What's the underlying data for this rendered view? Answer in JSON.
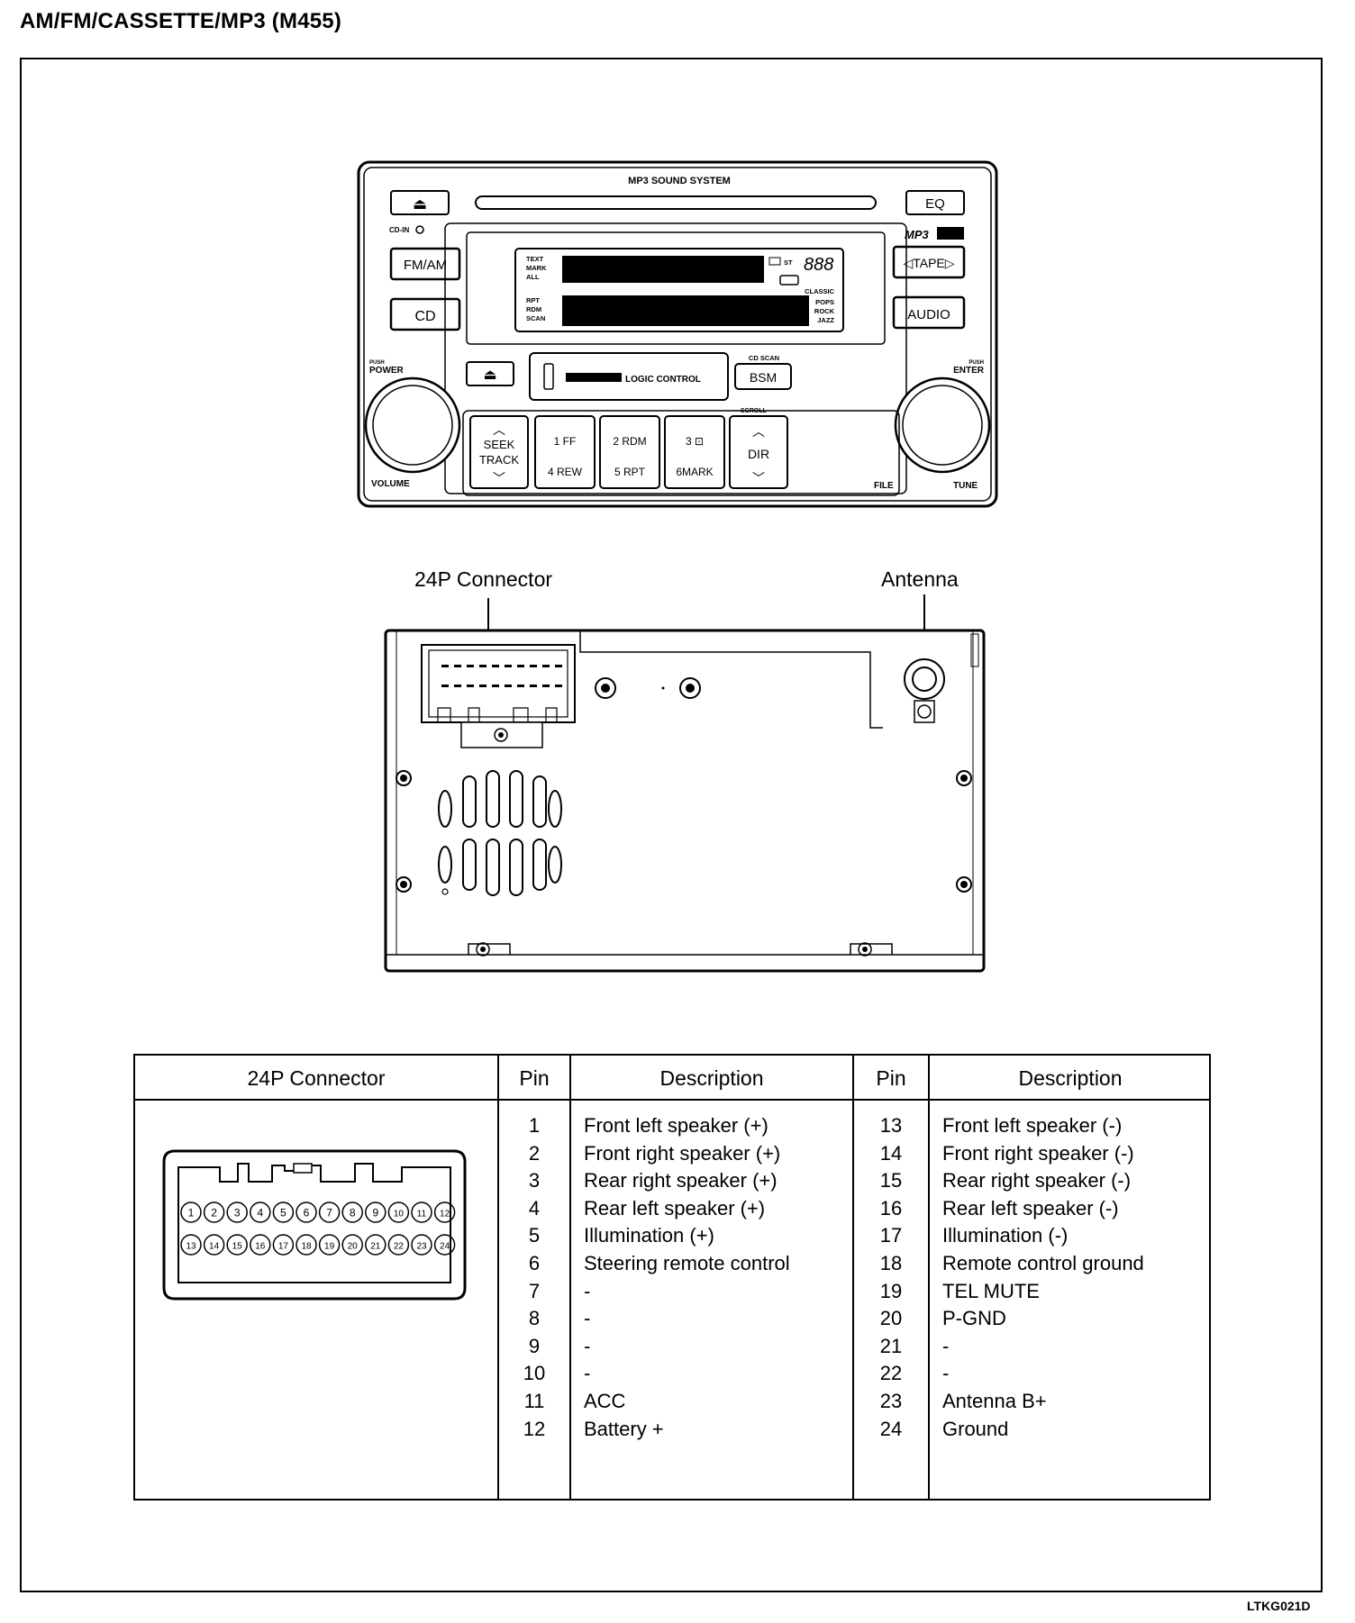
{
  "title": "AM/FM/CASSETTE/MP3  (M455)",
  "document_id": "LTKG021D",
  "front_panel": {
    "system_name": "MP3 SOUND SYSTEM",
    "eject_symbol": "⏏",
    "cd_in_label": "CD-IN",
    "fm_am": "FM/AM",
    "cd": "CD",
    "eq": "EQ",
    "mp3_logo": "MP3",
    "tape": "◁TAPE▷",
    "audio": "AUDIO",
    "display_left": [
      "TEXT",
      "MARK",
      "ALL",
      "RPT",
      "RDM",
      "SCAN"
    ],
    "display_right": [
      "CLASSIC",
      "POPS",
      "ROCK",
      "JAZZ"
    ],
    "display_st": "ST",
    "display_digits": "888",
    "push_power_small": "PUSH",
    "power": "POWER",
    "volume": "VOLUME",
    "push_enter_small": "PUSH",
    "enter": "ENTER",
    "logic_control": "LOGIC CONTROL",
    "cd_scan": "CD SCAN",
    "bsm": "BSM",
    "scroll": "SCROLL",
    "seek": "SEEK",
    "track": "TRACK",
    "presets_top": [
      "1  FF",
      "2 RDM",
      "3  ⊡"
    ],
    "presets_bottom": [
      "4 REW",
      "5 RPT",
      "6MARK"
    ],
    "dir": "DIR",
    "file": "FILE",
    "tune": "TUNE"
  },
  "rear_view": {
    "connector_label": "24P Connector",
    "antenna_label": "Antenna"
  },
  "pin_table": {
    "headers": [
      "24P Connector",
      "Pin",
      "Description",
      "Pin",
      "Description"
    ],
    "connector_pins_top": [
      "1",
      "2",
      "3",
      "4",
      "5",
      "6",
      "7",
      "8",
      "9",
      "10",
      "11",
      "12"
    ],
    "connector_pins_bottom": [
      "13",
      "14",
      "15",
      "16",
      "17",
      "18",
      "19",
      "20",
      "21",
      "22",
      "23",
      "24"
    ],
    "left_rows": [
      {
        "pin": "1",
        "desc": "Front left speaker (+)"
      },
      {
        "pin": "2",
        "desc": "Front right speaker (+)"
      },
      {
        "pin": "3",
        "desc": "Rear right speaker (+)"
      },
      {
        "pin": "4",
        "desc": "Rear left speaker (+)"
      },
      {
        "pin": "5",
        "desc": "Illumination (+)"
      },
      {
        "pin": "6",
        "desc": "Steering remote control"
      },
      {
        "pin": "7",
        "desc": "-"
      },
      {
        "pin": "8",
        "desc": "-"
      },
      {
        "pin": "9",
        "desc": "-"
      },
      {
        "pin": "10",
        "desc": "-"
      },
      {
        "pin": "11",
        "desc": "ACC"
      },
      {
        "pin": "12",
        "desc": "Battery +"
      }
    ],
    "right_rows": [
      {
        "pin": "13",
        "desc": "Front left speaker (-)"
      },
      {
        "pin": "14",
        "desc": "Front right speaker (-)"
      },
      {
        "pin": "15",
        "desc": "Rear right speaker (-)"
      },
      {
        "pin": "16",
        "desc": "Rear left speaker (-)"
      },
      {
        "pin": "17",
        "desc": "Illumination (-)"
      },
      {
        "pin": "18",
        "desc": "Remote control ground"
      },
      {
        "pin": "19",
        "desc": "TEL MUTE"
      },
      {
        "pin": "20",
        "desc": "P-GND"
      },
      {
        "pin": "21",
        "desc": "-"
      },
      {
        "pin": "22",
        "desc": "-"
      },
      {
        "pin": "23",
        "desc": "Antenna B+"
      },
      {
        "pin": "24",
        "desc": "Ground"
      }
    ]
  }
}
